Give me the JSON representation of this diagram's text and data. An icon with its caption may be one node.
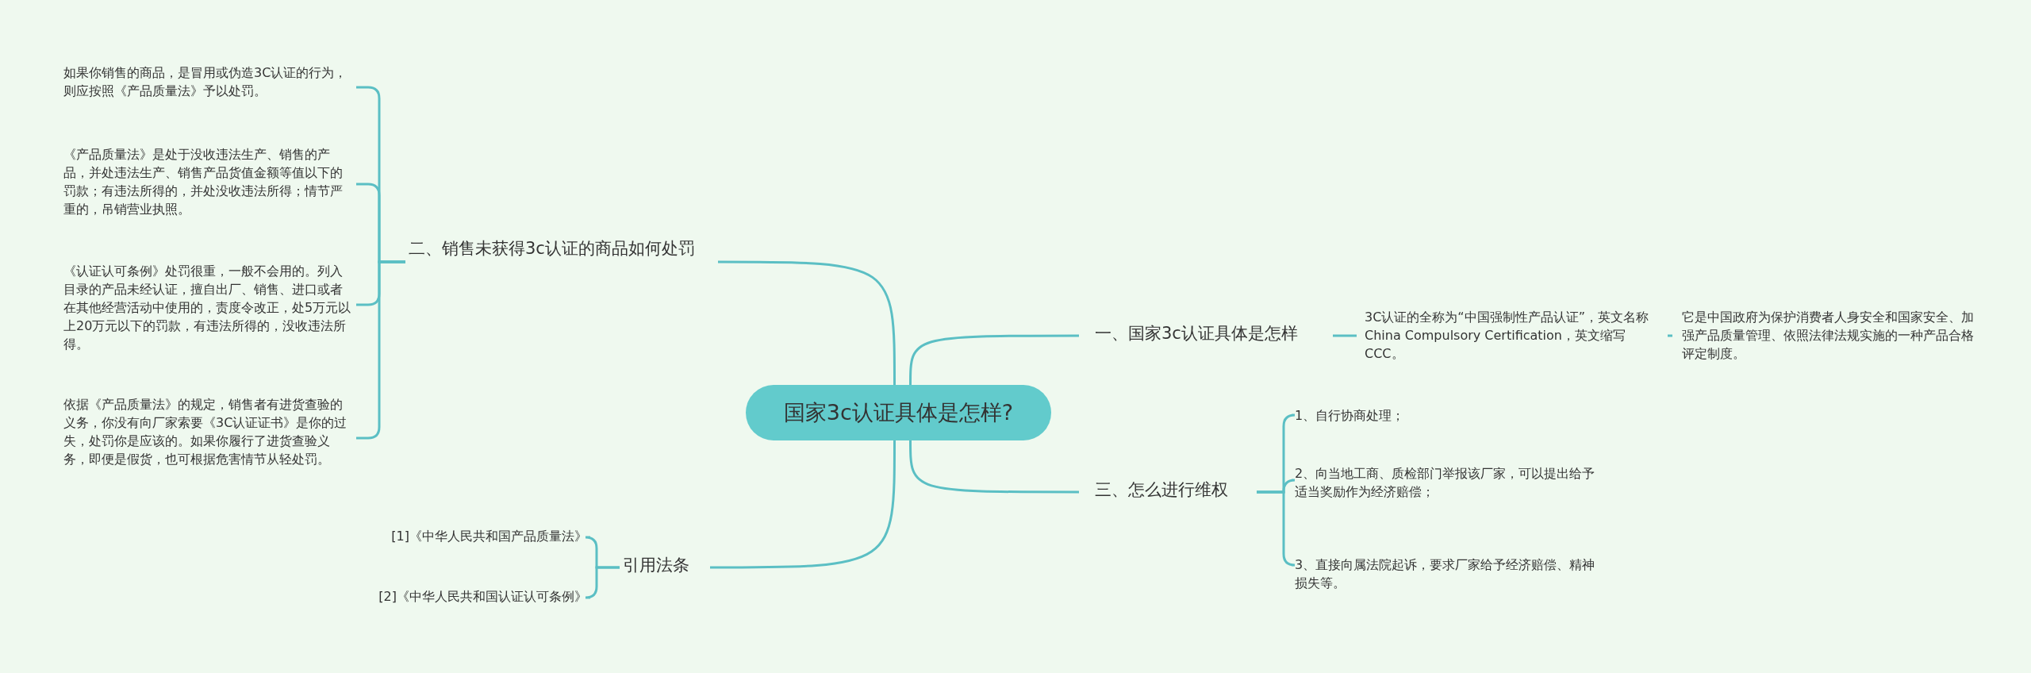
{
  "diagram": {
    "nodes": [
      {
        "text": [
          "国家3c认证具体是怎样?"
        ]
      },
      {
        "text": [
          "二、销售未获得3c认证的商品如何处罚"
        ]
      },
      {
        "text": [
          "如果你销售的商品，是冒用或伪造3C认证的行为，则应按照《产品质量法》予以处罚。"
        ]
      },
      {
        "text": [
          "《产品质量法》是处于没收违法生产、销售的产品，并处违法生产、销售产品货值金额等值以下的罚款；有违法所得的，并处没收违法所得；情节严重的，吊销营业执照。"
        ]
      },
      {
        "text": [
          "《认证认可条例》处罚很重，一般不会用的。列入目录的产品未经认证，擅自出厂、销售、进口或者在其他经营活动中使用的，责度令改正，处5万元以上20万元以下的罚款，有违法所得的，没收违法所得。"
        ]
      },
      {
        "text": [
          "依据《产品质量法》的规定，销售者有进货查验的义务，你没有向厂家索要《3C认证证书》是你的过失，处罚你是应该的。如果你履行了进货查验义务，即便是假货，也可根据危害情节从轻处罚。"
        ]
      },
      {
        "text": [
          "一、国家3c认证具体是怎样"
        ]
      },
      {
        "text": [
          "3C认证的全称为“中国强制性产品认证”，英文名称China Compulsory Certification，英文缩写CCC。"
        ]
      },
      {
        "text": [
          "它是中国政府为保护消费者人身安全和国家安全、加强产品质量管理、依照法律法规实施的一种产品合格评定制度。"
        ]
      },
      {
        "text": [
          "三、怎么进行维权"
        ]
      },
      {
        "text": [
          "1、自行协商处理；"
        ]
      },
      {
        "text": [
          "2、向当地工商、质检部门举报该厂家，可以提出给予适当奖励作为经济赔偿；"
        ]
      },
      {
        "text": [
          "3、直接向属法院起诉，要求厂家给予经济赔偿、精神损失等。"
        ]
      },
      {
        "text": [
          "引用法条"
        ]
      },
      {
        "text": [
          "[1]《中华人民共和国产品质量法》"
        ]
      },
      {
        "text": [
          "[2]《中华人民共和国认证认可条例》"
        ]
      }
    ],
    "edges": [
      {
        "from": 0,
        "to": 1,
        "arrow": "none"
      },
      {
        "from": 1,
        "to": 2,
        "arrow": "none"
      },
      {
        "from": 1,
        "to": 3,
        "arrow": "none"
      },
      {
        "from": 1,
        "to": 4,
        "arrow": "none"
      },
      {
        "from": 1,
        "to": 5,
        "arrow": "none"
      },
      {
        "from": 0,
        "to": 6,
        "arrow": "none"
      },
      {
        "from": 6,
        "to": 7,
        "arrow": "none"
      },
      {
        "from": 7,
        "to": 8,
        "arrow": "none"
      },
      {
        "from": 0,
        "to": 9,
        "arrow": "none"
      },
      {
        "from": 9,
        "to": 10,
        "arrow": "none"
      },
      {
        "from": 9,
        "to": 11,
        "arrow": "none"
      },
      {
        "from": 9,
        "to": 12,
        "arrow": "none"
      },
      {
        "from": 0,
        "to": 13,
        "arrow": "none"
      },
      {
        "from": 13,
        "to": 14,
        "arrow": "none"
      },
      {
        "from": 13,
        "to": 15,
        "arrow": "none"
      }
    ]
  }
}
